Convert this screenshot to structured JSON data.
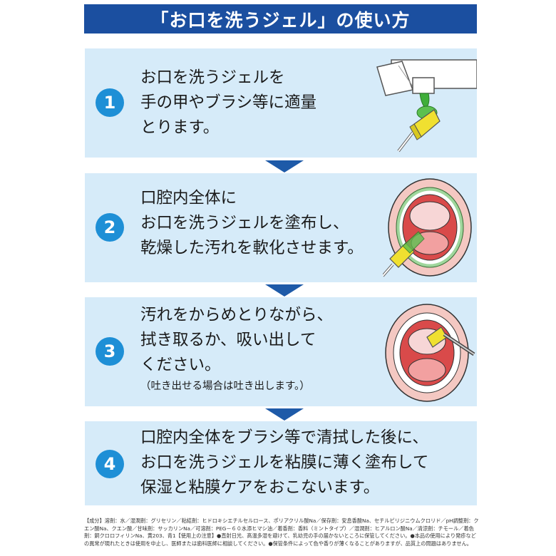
{
  "title": "「お口を洗うジェル」の使い方",
  "steps": [
    {
      "number": "1",
      "lines": [
        "お口を洗うジェルを",
        "手の甲やブラシ等に適量",
        "とります。"
      ]
    },
    {
      "number": "2",
      "lines": [
        "口腔内全体に",
        "お口を洗うジェルを塗布し、",
        "乾燥した汚れを軟化させます。"
      ]
    },
    {
      "number": "3",
      "lines": [
        "汚れをからめとりながら、",
        "拭き取るか、吸い出して",
        "ください。"
      ],
      "note": "（吐き出せる場合は吐き出します。）"
    },
    {
      "number": "4",
      "lines": [
        "口腔内全体をブラシ等で清拭した後に、",
        "お口を洗うジェルを粘膜に薄く塗布して",
        "保湿と粘膜ケアをおこないます。"
      ]
    }
  ],
  "footer": "【成分】溶剤：水／湿潤剤：グリセリン／粘結剤：ヒドロキシエチルセルロース、ポリアクリル酸Na／保存剤：安息香酸Na、セチルピリジニウムクロリド／pH調整剤：クエン酸Na、クエン酸／甘味剤：サッカリンNa／可溶剤：PEG－６０水添ヒマシ油／着香剤：香料（ミントタイプ）／湿潤剤：ヒアルロン酸Na／清涼剤：チモール／着色剤：銅クロロフィリンNa、黄203、青1【使用上の注意】●直射日光、高温多湿を避けて、乳幼児の手の届かないところに保管してください。●本品の使用により発疹などの異常が現れたときは使用を中止し、医師または歯科医師に相談してください。●保管条件によって色や香りが薄くなることがありますが、品質上の問題はありません。",
  "colors": {
    "title_bg": "#1b4fa0",
    "panel_bg": "#d6ebf9",
    "number_circle": "#1e8fd6",
    "arrow": "#1e5aa8",
    "gel": "#3fae3a",
    "brush_head": "#f0e030"
  },
  "icons": [
    "gel-tube-icon",
    "open-mouth-icon",
    "sponge-brush-icon"
  ]
}
